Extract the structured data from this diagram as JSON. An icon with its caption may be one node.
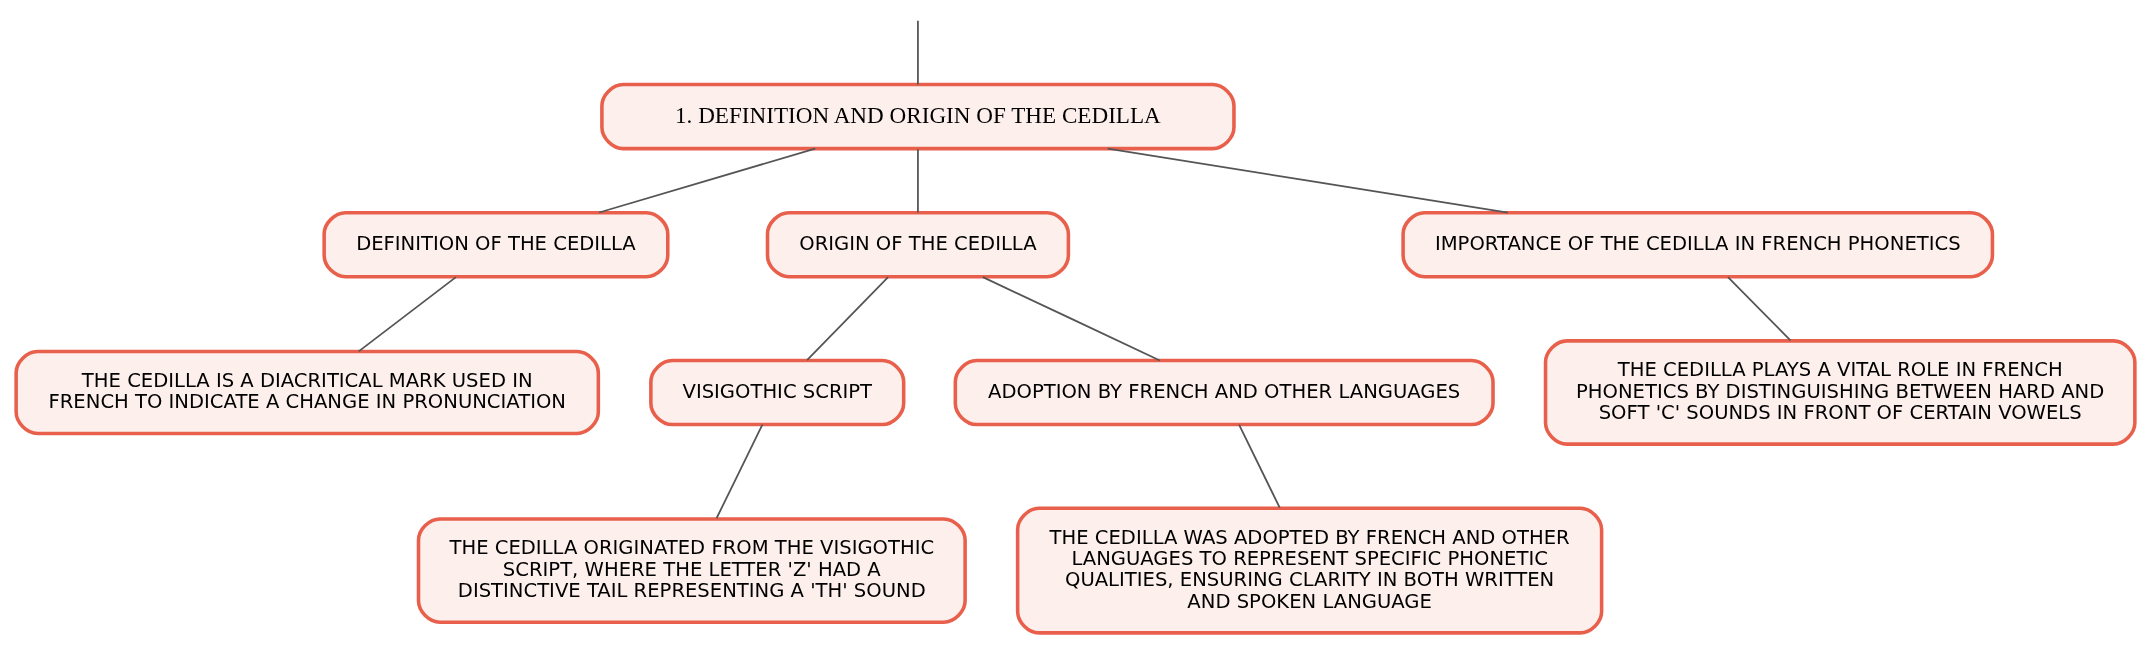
{
  "diagram": {
    "nodes": [
      {
        "text": [
          "1. DEFINITION AND ORIGIN OF THE CEDILLA"
        ]
      },
      {
        "text": [
          "DEFINITION OF THE CEDILLA"
        ]
      },
      {
        "text": [
          "ORIGIN OF THE CEDILLA"
        ]
      },
      {
        "text": [
          "IMPORTANCE OF THE CEDILLA IN FRENCH PHONETICS"
        ]
      },
      {
        "text": [
          "THE CEDILLA IS A DIACRITICAL MARK USED IN FRENCH TO INDICATE A CHANGE IN PRONUNCIATION"
        ]
      },
      {
        "text": [
          "VISIGOTHIC SCRIPT"
        ]
      },
      {
        "text": [
          "ADOPTION BY FRENCH AND OTHER LANGUAGES"
        ]
      },
      {
        "text": [
          "THE CEDILLA ORIGINATED FROM THE VISIGOTHIC SCRIPT, WHERE THE LETTER 'Z' HAD A DISTINCTIVE TAIL REPRESENTING A 'TH' SOUND"
        ]
      },
      {
        "text": [
          "THE CEDILLA WAS ADOPTED BY FRENCH AND OTHER LANGUAGES TO REPRESENT SPECIFIC PHONETIC QUALITIES, ENSURING CLARITY IN BOTH WRITTEN AND SPOKEN LANGUAGE"
        ]
      },
      {
        "text": [
          "THE CEDILLA PLAYS A VITAL ROLE IN FRENCH PHONETICS BY DISTINGUISHING BETWEEN HARD AND SOFT 'C' SOUNDS IN FRONT OF CERTAIN VOWELS"
        ]
      }
    ],
    "edges": [
      {
        "from": null,
        "to": 0,
        "arrow": "none"
      },
      {
        "from": 0,
        "to": 1,
        "arrow": "none"
      },
      {
        "from": 0,
        "to": 2,
        "arrow": "none"
      },
      {
        "from": 0,
        "to": 3,
        "arrow": "none"
      },
      {
        "from": 1,
        "to": 4,
        "arrow": "none"
      },
      {
        "from": 2,
        "to": 5,
        "arrow": "none"
      },
      {
        "from": 2,
        "to": 6,
        "arrow": "none"
      },
      {
        "from": 5,
        "to": 7,
        "arrow": "none"
      },
      {
        "from": 6,
        "to": 8,
        "arrow": "none"
      },
      {
        "from": 3,
        "to": 9,
        "arrow": "none"
      }
    ]
  }
}
